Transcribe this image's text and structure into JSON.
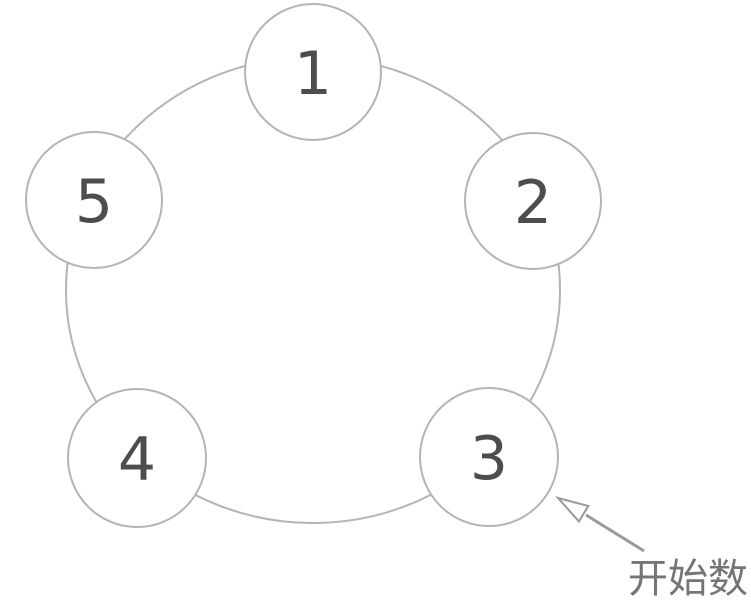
{
  "diagram": {
    "description": "Five numbered circles arranged clockwise on a ring",
    "nodes": [
      {
        "label": "1",
        "position": "top"
      },
      {
        "label": "2",
        "position": "upper-right"
      },
      {
        "label": "3",
        "position": "lower-right"
      },
      {
        "label": "4",
        "position": "lower-left"
      },
      {
        "label": "5",
        "position": "upper-left"
      }
    ],
    "annotation": {
      "text": "开始数",
      "points_to": "3"
    },
    "colors": {
      "background": "#ffffff",
      "ring_stroke": "#b4b4b4",
      "node_stroke": "#b4b4b4",
      "node_fill": "#ffffff",
      "number_text": "#4d4d4d",
      "arrow": "#9a9a9a",
      "annotation_text": "#757575"
    }
  }
}
